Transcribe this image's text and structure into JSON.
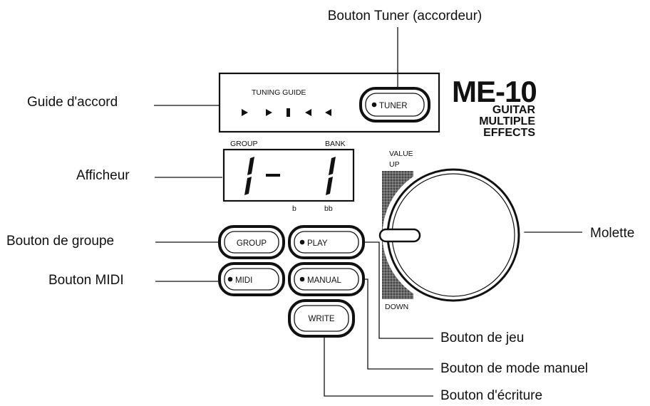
{
  "callouts": {
    "tuner_button": "Bouton Tuner (accordeur)",
    "tuning_guide": "Guide d'accord",
    "display": "Afficheur",
    "group_button": "Bouton de groupe",
    "midi_button": "Bouton MIDI",
    "dial": "Molette",
    "play_button": "Bouton de jeu",
    "manual_button": "Bouton de mode manuel",
    "write_button": "Bouton d'écriture"
  },
  "panel": {
    "tuning_guide_label": "TUNING GUIDE",
    "tuner_label": "TUNER",
    "group_label": "GROUP",
    "bank_label": "BANK",
    "display_left": "1",
    "display_dash": "–",
    "display_right": "1",
    "flat_left": "b",
    "flat_right": "bb",
    "value_label": "VALUE",
    "up_label": "UP",
    "down_label": "DOWN"
  },
  "buttons": {
    "group": "GROUP",
    "midi": "MIDI",
    "play": "PLAY",
    "manual": "MANUAL",
    "write": "WRITE"
  },
  "brand": {
    "model": "ME-10",
    "line1": "GUITAR",
    "line2": "MULTIPLE",
    "line3": "EFFECTS"
  }
}
